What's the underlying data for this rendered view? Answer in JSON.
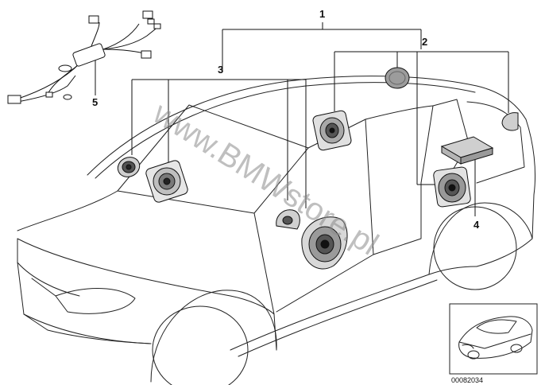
{
  "callouts": [
    "1",
    "2",
    "3",
    "4",
    "5"
  ],
  "watermark": "www.BMWstore.pl",
  "part_number": "00082034"
}
